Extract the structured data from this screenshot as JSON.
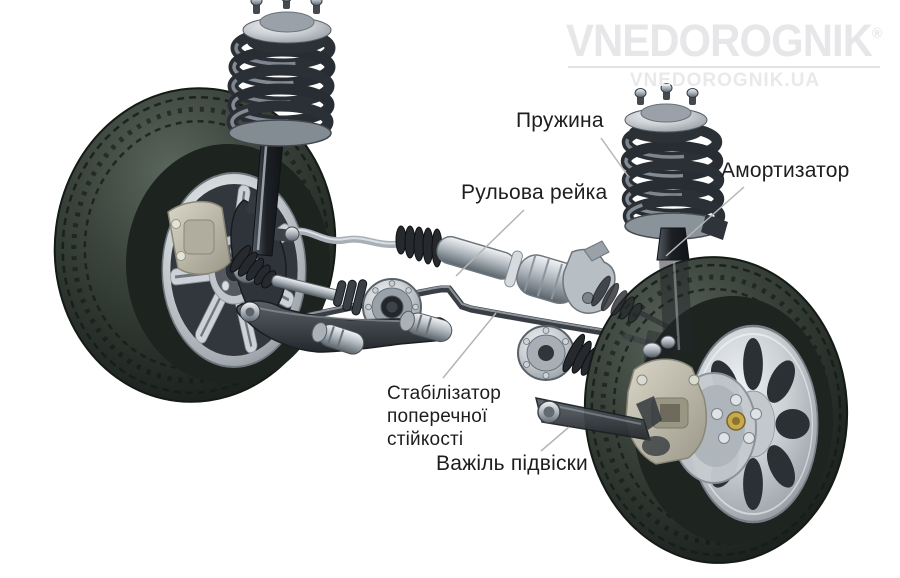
{
  "logo": {
    "brand": "VNEDOROGNIK",
    "registered_mark": "®",
    "domain": "VNEDOROGNIK.UA"
  },
  "labels": {
    "spring": "Пружина",
    "shock_absorber": "Амортизатор",
    "steering_rack": "Рульова рейка",
    "stabilizer_line1": "Стабілізатор",
    "stabilizer_line2": "поперечної",
    "stabilizer_line3": "стійкості",
    "suspension_arm": "Важіль підвіски"
  },
  "colors": {
    "background": "#ffffff",
    "label_text": "#1d1d1d",
    "leader_line": "#b5b5b5",
    "logo_gray": "#e7e7e9",
    "tire_dark": "#2a322c",
    "rim_silver": "#c9ced3",
    "caliper_beige": "#c3c0af",
    "hub_cap_gold": "#c7a94e"
  }
}
